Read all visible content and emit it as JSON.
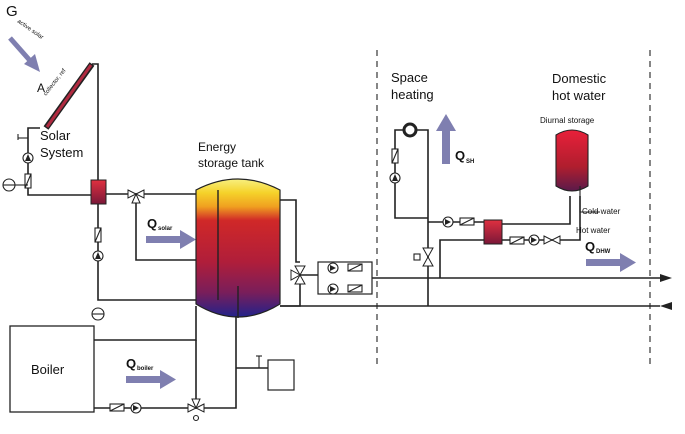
{
  "labels": {
    "g_main": "G",
    "g_sub": "active solar",
    "a_main": "A",
    "a_sub": "collector, ref",
    "solar_line1": "Solar",
    "solar_line2": "System",
    "storage_line1": "Energy",
    "storage_line2": "storage tank",
    "q_solar_main": "Q",
    "q_solar_sub": "solar",
    "boiler": "Boiler",
    "q_boiler_main": "Q",
    "q_boiler_sub": "boiler",
    "space_line1": "Space",
    "space_line2": "heating",
    "q_sh_main": "Q",
    "q_sh_sub": "SH",
    "dhw_line1": "Domestic",
    "dhw_line2": "hot water",
    "diurnal": "Diurnal storage",
    "cold_water": "Cold water",
    "hot_water": "Hot water",
    "q_dhw_main": "Q",
    "q_dhw_sub": "DHW"
  },
  "colors": {
    "arrow": "#7f7fb0",
    "tank_top": "#f5e23a",
    "tank_mid": "#c2222a",
    "tank_bottom": "#2a2a8a"
  }
}
